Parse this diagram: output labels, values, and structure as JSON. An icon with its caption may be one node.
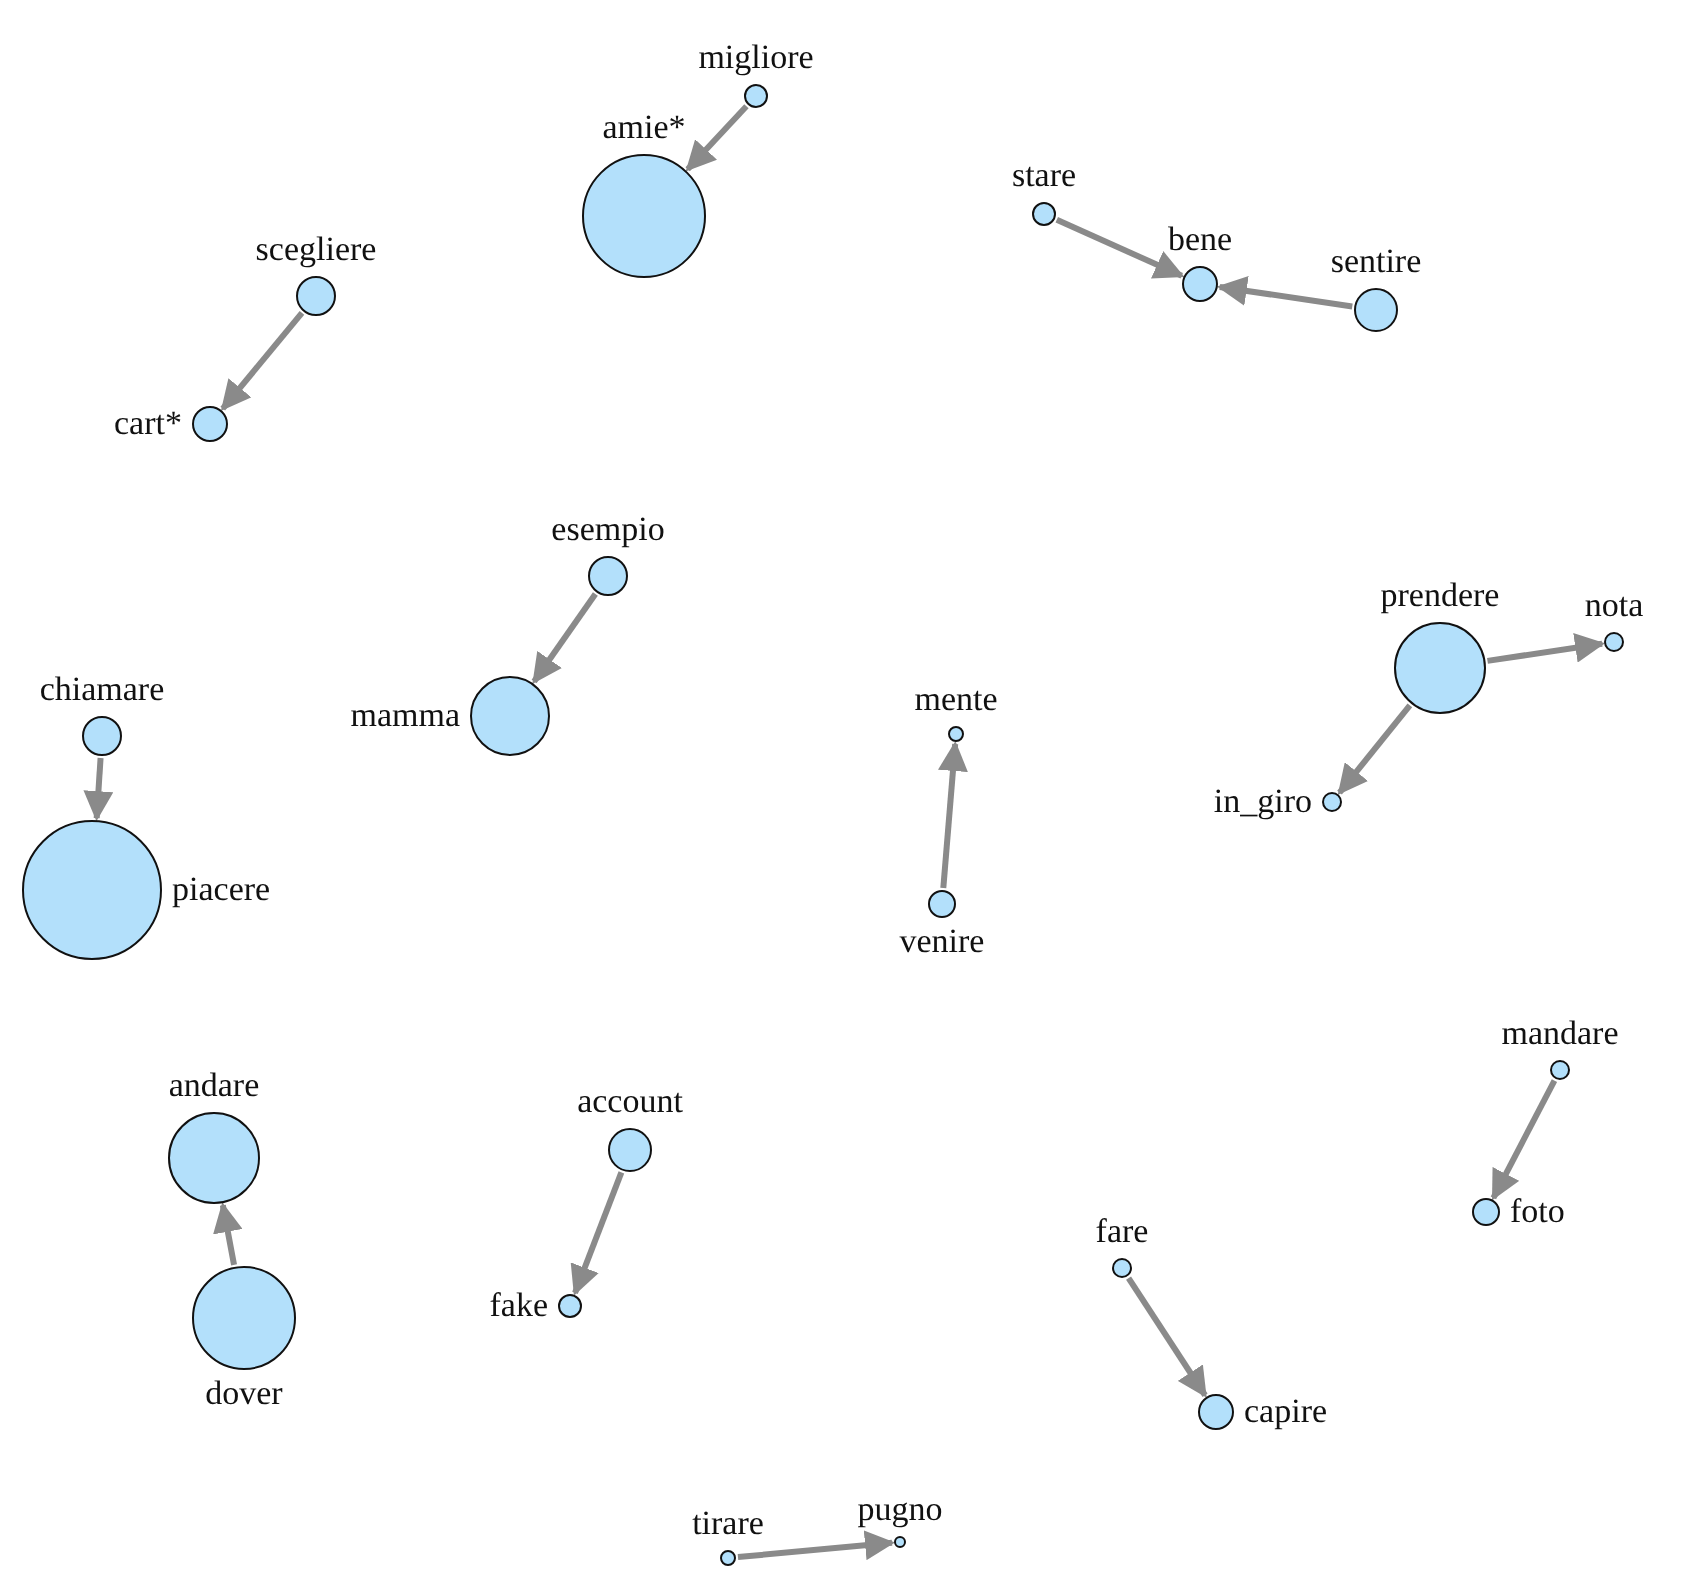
{
  "diagram": {
    "nodes": [
      {
        "text": [
          "migliore"
        ]
      },
      {
        "text": [
          "amie*"
        ]
      },
      {
        "text": [
          "scegliere"
        ]
      },
      {
        "text": [
          "cart*"
        ]
      },
      {
        "text": [
          "stare"
        ]
      },
      {
        "text": [
          "bene"
        ]
      },
      {
        "text": [
          "sentire"
        ]
      },
      {
        "text": [
          "esempio"
        ]
      },
      {
        "text": [
          "mamma"
        ]
      },
      {
        "text": [
          "chiamare"
        ]
      },
      {
        "text": [
          "piacere"
        ]
      },
      {
        "text": [
          "mente"
        ]
      },
      {
        "text": [
          "venire"
        ]
      },
      {
        "text": [
          "prendere"
        ]
      },
      {
        "text": [
          "nota"
        ]
      },
      {
        "text": [
          "in_giro"
        ]
      },
      {
        "text": [
          "andare"
        ]
      },
      {
        "text": [
          "dover"
        ]
      },
      {
        "text": [
          "account"
        ]
      },
      {
        "text": [
          "fake"
        ]
      },
      {
        "text": [
          "mandare"
        ]
      },
      {
        "text": [
          "foto"
        ]
      },
      {
        "text": [
          "fare"
        ]
      },
      {
        "text": [
          "capire"
        ]
      },
      {
        "text": [
          "tirare"
        ]
      },
      {
        "text": [
          "pugno"
        ]
      }
    ],
    "edges": [
      {
        "from": 0,
        "to": 1,
        "arrow": "to"
      },
      {
        "from": 2,
        "to": 3,
        "arrow": "to"
      },
      {
        "from": 4,
        "to": 5,
        "arrow": "to"
      },
      {
        "from": 6,
        "to": 5,
        "arrow": "to"
      },
      {
        "from": 7,
        "to": 8,
        "arrow": "to"
      },
      {
        "from": 9,
        "to": 10,
        "arrow": "to"
      },
      {
        "from": 12,
        "to": 11,
        "arrow": "to"
      },
      {
        "from": 13,
        "to": 14,
        "arrow": "to"
      },
      {
        "from": 13,
        "to": 15,
        "arrow": "to"
      },
      {
        "from": 17,
        "to": 16,
        "arrow": "to"
      },
      {
        "from": 18,
        "to": 19,
        "arrow": "to"
      },
      {
        "from": 20,
        "to": 21,
        "arrow": "to"
      },
      {
        "from": 22,
        "to": 23,
        "arrow": "to"
      },
      {
        "from": 24,
        "to": 25,
        "arrow": "to"
      }
    ]
  }
}
